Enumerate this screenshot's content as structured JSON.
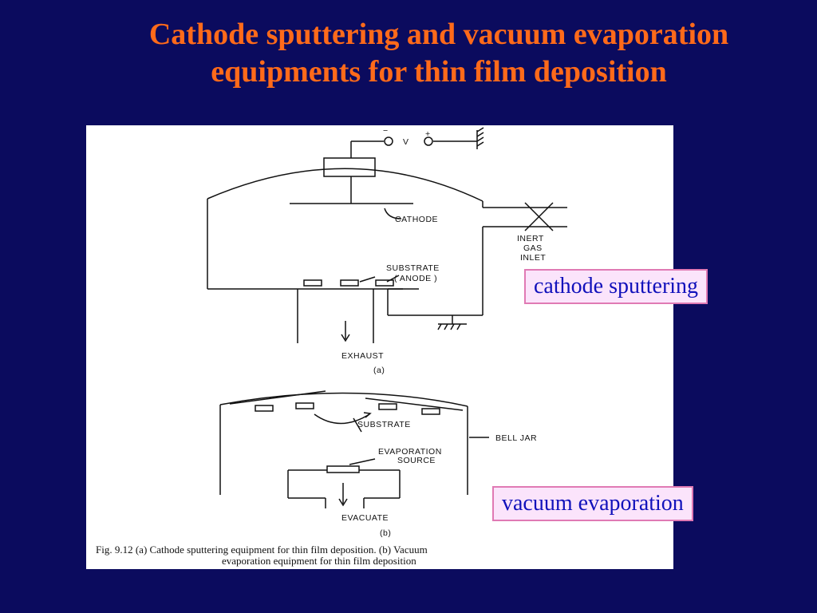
{
  "slide": {
    "title_line1": "Cathode sputtering and vacuum evaporation",
    "title_line2": "equipments for thin film deposition"
  },
  "figure": {
    "a": {
      "volt_minus": "−",
      "volt_plus": "+",
      "volt_label": "V",
      "cathode": "CATHODE",
      "inert_line1": "INERT",
      "inert_line2": "GAS",
      "inert_line3": "INLET",
      "substrate_line1": "SUBSTRATE",
      "substrate_line2": "( ANODE )",
      "exhaust": "EXHAUST",
      "panel_label": "(a)"
    },
    "b": {
      "substrate": "SUBSTRATE",
      "bell_jar": "BELL JAR",
      "evap_line1": "EVAPORATION",
      "evap_line2": "SOURCE",
      "evacuate": "EVACUATE",
      "panel_label": "(b)"
    },
    "caption_line1": "Fig. 9.12   (a) Cathode sputtering equipment for thin film deposition. (b) Vacuum",
    "caption_line2": "evaporation equipment for thin film deposition"
  },
  "callouts": {
    "sputtering": "cathode sputtering",
    "evaporation": "vacuum evaporation"
  }
}
